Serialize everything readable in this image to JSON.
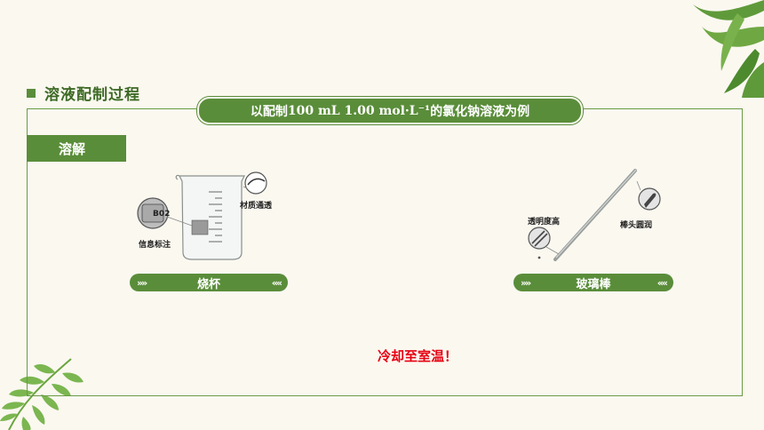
{
  "section_title": "溶液配制过程",
  "banner": {
    "prefix": "以配制",
    "quantity": "100 mL 1.00 mol·L⁻¹",
    "suffix": "的氯化钠溶液为例"
  },
  "step_tab": "溶解",
  "beaker": {
    "label": "烧杯",
    "notes": [
      "材质通透",
      "信息标注"
    ],
    "marking": "B02"
  },
  "rod": {
    "label": "玻璃棒",
    "notes": [
      "透明度高",
      "棒头圆润"
    ]
  },
  "pill_arrows": {
    "left": "»»",
    "right": "««"
  },
  "warning": "冷却至室温！",
  "colors": {
    "green": "#5a8d3a",
    "red": "#e60012",
    "background": "#fbf8f0"
  }
}
